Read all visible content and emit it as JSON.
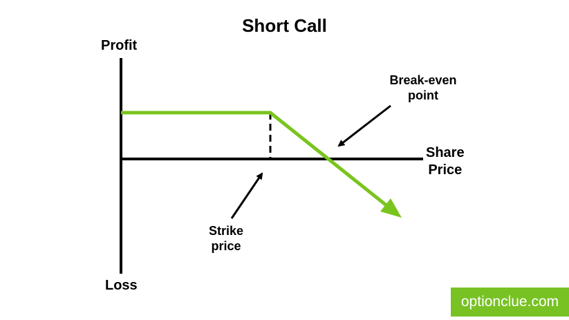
{
  "diagram": {
    "title": "Short Call",
    "y_axis_top_label": "Profit",
    "y_axis_bottom_label": "Loss",
    "x_axis_label_line1": "Share",
    "x_axis_label_line2": "Price",
    "annotations": {
      "break_even_line1": "Break-even",
      "break_even_line2": "point",
      "strike_line1": "Strike",
      "strike_line2": "price"
    },
    "payoff_color": "#7ac41e",
    "axis_color": "#000000"
  },
  "watermark": {
    "text": "optionclue.com",
    "background": "#78c224"
  }
}
